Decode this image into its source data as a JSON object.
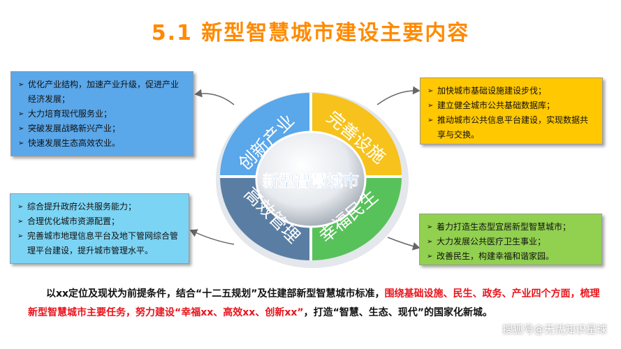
{
  "title": "5.1  新型智慧城市建设主要内容",
  "center_label": "新型智慧城市",
  "quadrants": {
    "top_left": "创新产业",
    "top_right": "完善设施",
    "bottom_left": "高效管理",
    "bottom_right": "幸福民生"
  },
  "boxes": {
    "top_left": [
      "优化产业结构，加速产业升级，促进产业经济发展；",
      "大力培育现代服务业；",
      "突破发展战略新兴产业；",
      "快速发展生态高效农业。"
    ],
    "top_right": [
      "加快城市基础设施建设步伐；",
      "建立健全城市公共基础数据库；",
      "推动城市公共信息平台建设，实现数据共享与交换。"
    ],
    "bottom_left": [
      "综合提升政府公共服务能力；",
      "合理优化城市资源配置；",
      "完善城市地理信息平台及地下管网综合管理平台建设，提升城市管理水平。"
    ],
    "bottom_right": [
      "着力打造生态型宜居新型智慧城市；",
      "大力发展公共医疗卫生事业；",
      "改善民生，构建幸福和谐家园。"
    ]
  },
  "footer": {
    "part1": "以xx定位及现状为前提条件，结合“十二五规划”及住建部新型智慧城市标准，",
    "part2": "围绕基础设施、民生、政务、产业四个方面，梳理新型智慧城市主要任务，努力建设“幸福xx、高效xx、创新xx”",
    "part3": "，打造“智慧、生态、现代”的国家化新城。"
  },
  "watermark": "搜狐号@无忧知识星球",
  "colors": {
    "title": "#ff8a00",
    "blue": "#5aa7ea",
    "yellow": "#ffc800",
    "slate": "#5a7ea3",
    "green": "#58c25a",
    "highlight": "#e8131b"
  }
}
